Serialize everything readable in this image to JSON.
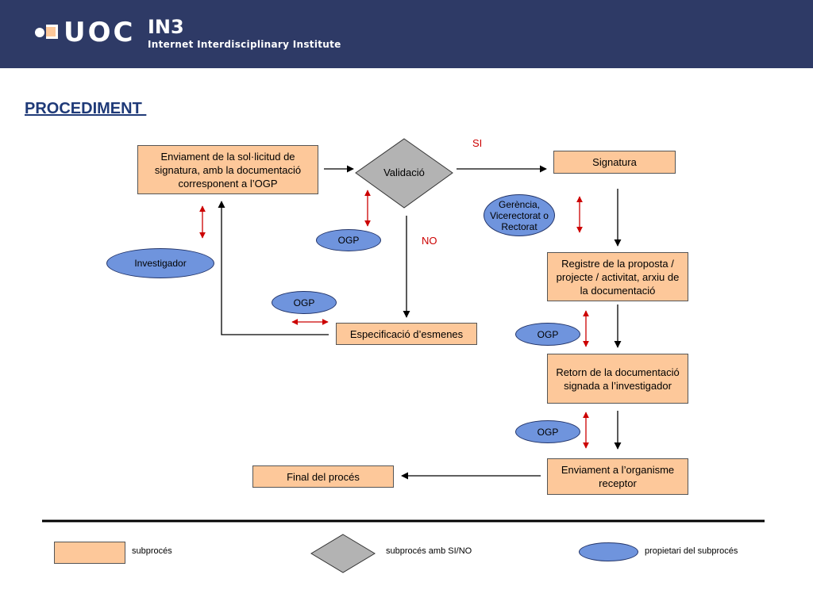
{
  "header": {
    "logo_uoc": "UOC",
    "logo_in3": "IN3",
    "logo_in3_sub": "Internet Interdisciplinary Institute"
  },
  "title": "PROCEDIMENT ",
  "diagram": {
    "enviament_sollicitud": "Enviament de la sol·licitud de signatura, amb la documentació corresponent a l’OGP",
    "validacio": "Validació",
    "si": "SI",
    "no": "NO",
    "signatura": "Signatura",
    "gerencia": "Gerència, Vicerectorat o Rectorat",
    "ogp_validacio": "OGP",
    "investigador": "Investigador",
    "ogp_esmenes": "OGP",
    "especificacio_esmenes": "Especificació d’esmenes",
    "registre": "Registre de la proposta / projecte / activitat, arxiu de la documentació",
    "ogp_registre": "OGP",
    "retorn": "Retorn de la documentació signada a l’investigador",
    "ogp_retorn": "OGP",
    "enviament_organisme": "Enviament a l’organisme receptor",
    "final": "Final del procés"
  },
  "legend": {
    "subproces": "subprocés",
    "subproces_si_no": "subprocés amb SI/NO",
    "propietari": "propietari del subprocés"
  },
  "colors": {
    "header_bg": "#2e3a66",
    "process_box": "#fdc89a",
    "owner_ellipse": "#6f94dd",
    "decision_diamond": "#b3b3b3",
    "flow_arrow": "#000000",
    "owner_link": "#cc0000",
    "title": "#1f3a78"
  }
}
